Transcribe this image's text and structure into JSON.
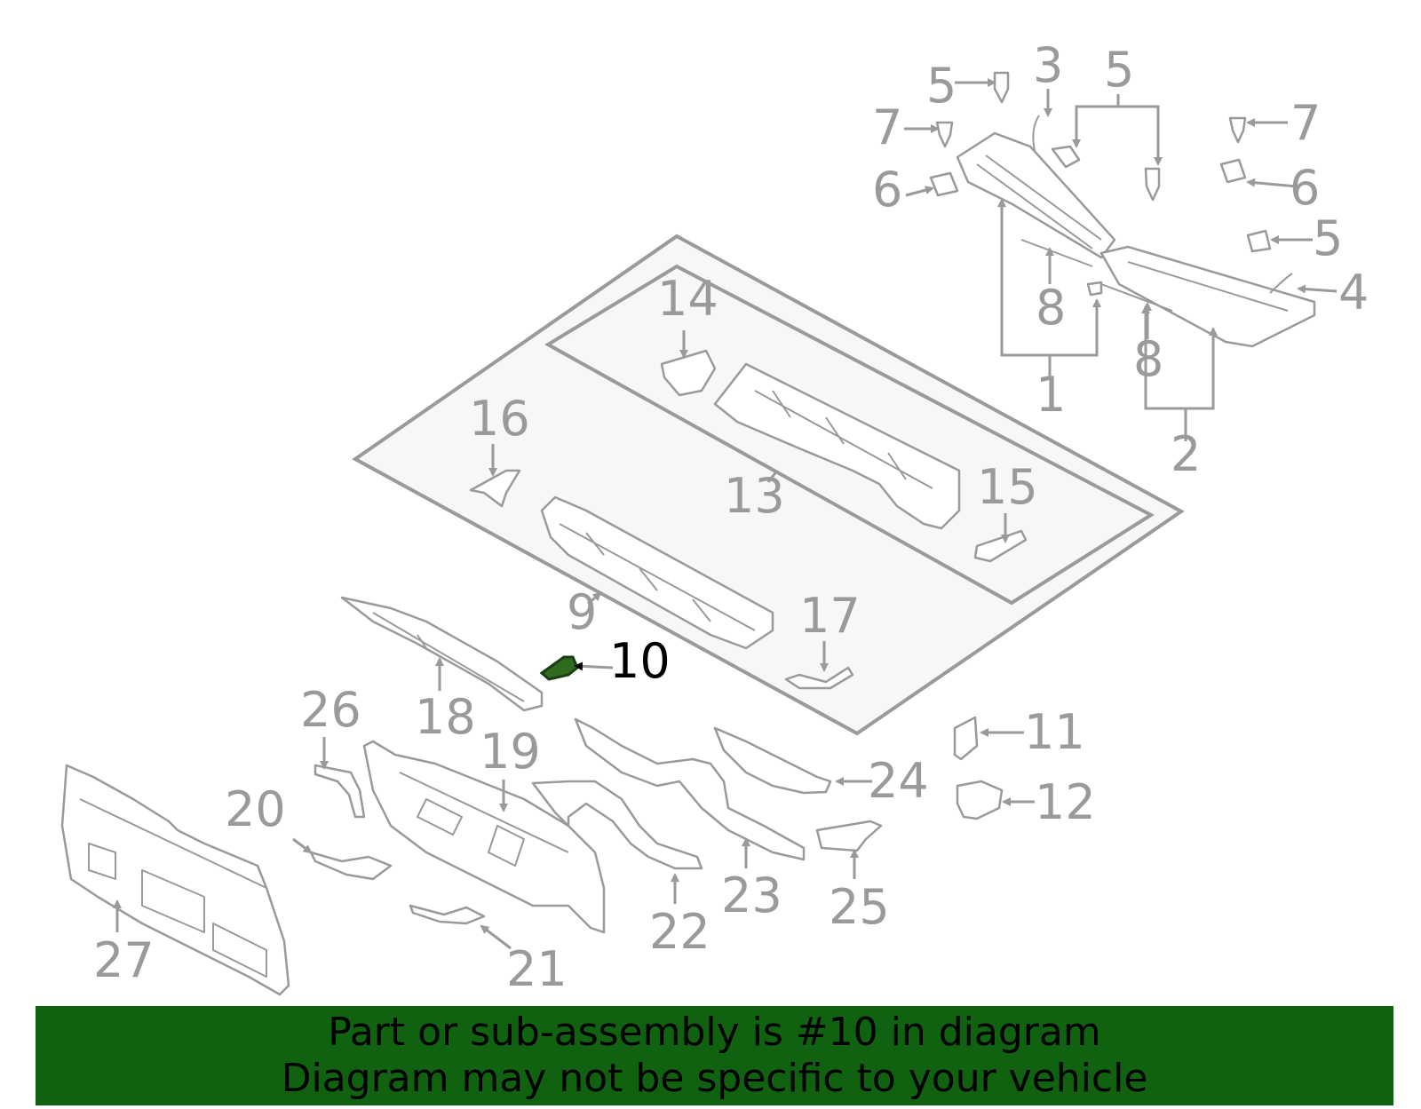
{
  "diagram": {
    "callouts": [
      "1",
      "2",
      "3",
      "4",
      "5",
      "5",
      "5",
      "5",
      "6",
      "6",
      "7",
      "7",
      "8",
      "8",
      "9",
      "10",
      "11",
      "12",
      "13",
      "14",
      "15",
      "16",
      "17",
      "18",
      "19",
      "20",
      "21",
      "22",
      "23",
      "24",
      "25",
      "26",
      "27"
    ],
    "highlighted_part": "10",
    "colors": {
      "lines": "#9a9a9a",
      "highlight": "#2e6b1f",
      "banner": "#106210"
    }
  },
  "banner": {
    "line1": "Part or sub-assembly is #10 in diagram",
    "line2": "Diagram may not be specific to your vehicle"
  }
}
